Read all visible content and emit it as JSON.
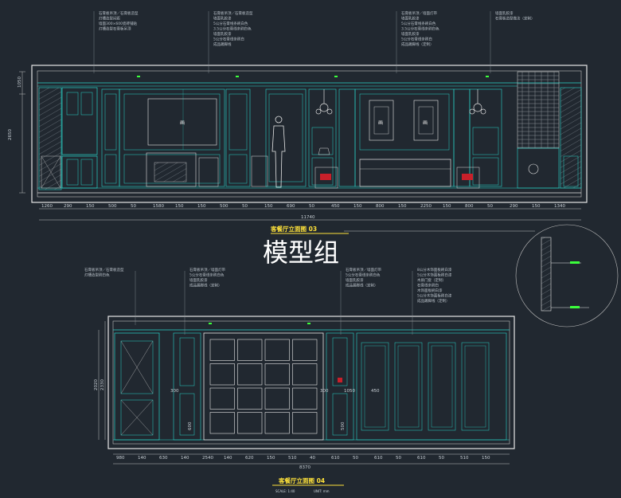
{
  "elevation_top": {
    "title": "客餐厅立面图 03",
    "dims": [
      "1260",
      "290",
      "150",
      "500",
      "50",
      "1580",
      "150",
      "150",
      "500",
      "50",
      "150",
      "690",
      "50",
      "450",
      "150",
      "800",
      "150",
      "2250",
      "150",
      "800",
      "50",
      "290",
      "150",
      "1340"
    ],
    "total": "11740",
    "height_dims": [
      "1050",
      "2650"
    ],
    "panel_marks": [
      "画",
      "画",
      "画"
    ]
  },
  "elevation_bottom": {
    "title": "客餐厅立面图 04",
    "scale_label": "SCALE: 1:40",
    "unit_label": "UNIT: mm",
    "dims": [
      "980",
      "140",
      "630",
      "140",
      "2540",
      "140",
      "620",
      "150",
      "510",
      "40",
      "610",
      "50",
      "610",
      "50",
      "610",
      "50",
      "510",
      "150"
    ],
    "total": "8370",
    "height_dims": [
      "2020",
      "2330"
    ],
    "inner_dims": [
      "300",
      "1050",
      "450",
      "300",
      "600",
      "500"
    ]
  },
  "watermark": "模型组",
  "callout_notes": {
    "top_1": [
      "石膏板吊顶／石膏板造型",
      "灯槽造型间距",
      "墙面300×600瓷砖铺贴",
      "灯槽造型石膏板吊顶"
    ],
    "top_2": [
      "石膏板吊顶／石膏板造型",
      "墙面乳胶漆",
      "5公分石膏线条刷白色",
      "3.5公分石膏线条刷白色",
      "墙面乳胶漆",
      "5公分石膏线条刷白",
      "成品踢脚线"
    ],
    "top_3": [
      "石膏板吊顶／墙面灯带",
      "墙面乳胶漆",
      "5公分石膏线条刷白色",
      "3.5公分石膏线条刷白色",
      "墙面乳胶漆",
      "5公分石膏线条刷白",
      "成品踢脚线（定制）"
    ],
    "top_4": [
      "墙面乳胶漆",
      "石膏板造型做法（定制）"
    ],
    "bottom_1": [
      "石膏板吊顶／石膏板造型",
      "灯槽造型刷白色"
    ],
    "bottom_2": [
      "石膏板吊顶／墙面灯带",
      "5公分石膏线条刷白色",
      "墙面乳胶漆",
      "成品踢脚线（定制）"
    ],
    "bottom_3": [
      "石膏板吊顶／墙面灯带",
      "5公分石膏线条刷白色",
      "墙面乳胶漆",
      "成品踢脚线（定制）"
    ],
    "bottom_4": [
      "8公分木饰面板刷白漆",
      "5公分木饰面板刷白漆",
      "木质门套（定制）",
      "石膏线条刷白",
      "木饰面板刷白漆",
      "5公分木饰面板刷白漆",
      "成品踢脚线（定制）"
    ]
  }
}
